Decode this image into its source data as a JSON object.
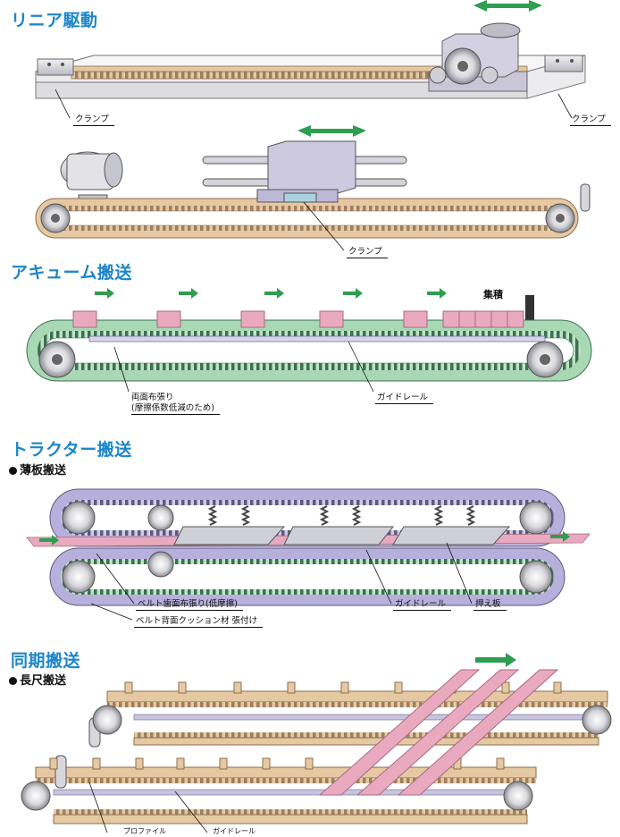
{
  "sections": {
    "linear": {
      "title": "リニア駆動",
      "clamp_labels": [
        "クランプ",
        "クランプ",
        "クランプ"
      ]
    },
    "accumulation": {
      "title": "アキューム搬送",
      "accum_label": "集積",
      "label_fabric": "両面布張り",
      "label_fabric_note": "(摩擦係数低減のため)",
      "label_guide": "ガイドレール"
    },
    "tractor": {
      "title": "トラクター搬送",
      "subtitle": "薄板搬送",
      "label_teeth_fabric": "ベルト歯面布張り(低摩擦)",
      "label_cushion": "ベルト背面クッション材 張付け",
      "label_guide": "ガイドレール",
      "label_press": "押え板"
    },
    "sync": {
      "title": "同期搬送",
      "subtitle": "長尺搬送",
      "label_profile": "プロファイル",
      "label_guide": "ガイドレール"
    }
  },
  "colors": {
    "title_blue": "#1d86c9",
    "arrow_green": "#2e9e4f",
    "belt_tan": "#e6c9a3",
    "belt_green": "#a8d8b4",
    "belt_purple": "#b7b0dd",
    "pink_part": "#e9a9bf",
    "gray_metal": "#c9c9cf"
  }
}
